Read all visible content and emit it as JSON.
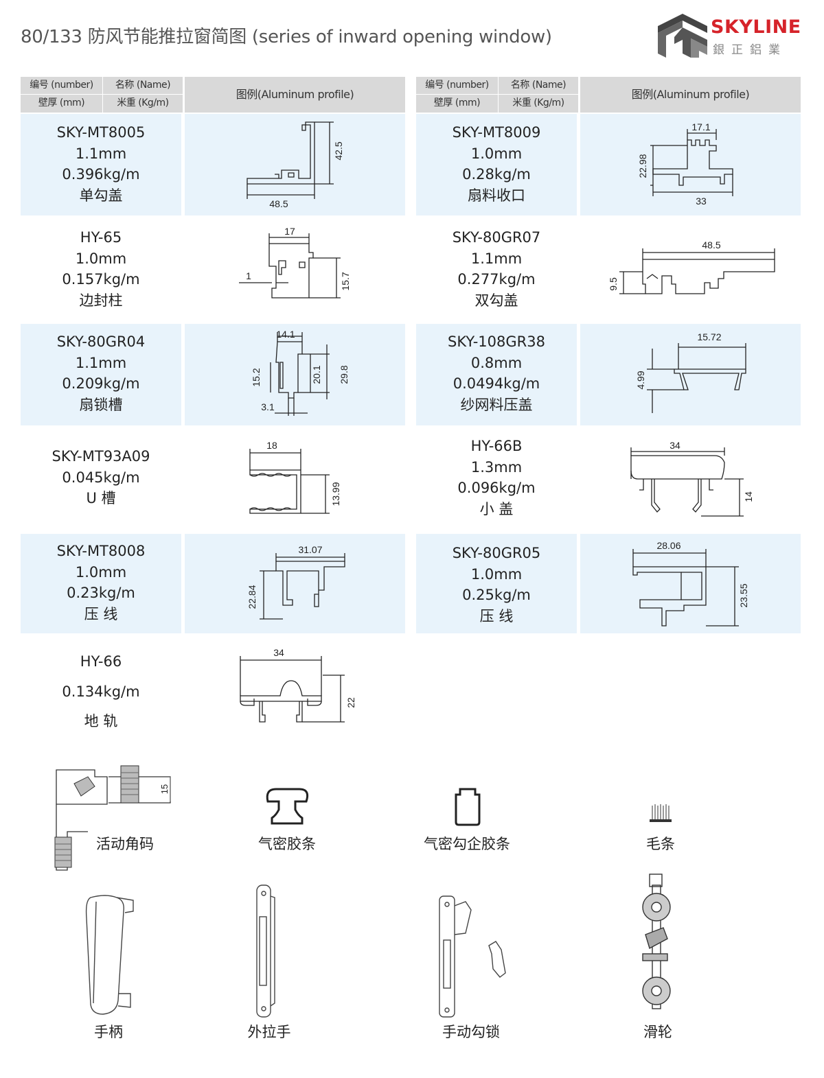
{
  "title": "80/133 防风节能推拉窗简图 (series of inward opening window)",
  "logo": {
    "brand": "SKYLINE",
    "sub": "銀正鋁業"
  },
  "table_header": {
    "number": "编号 (number)",
    "name": "名称 (Name)",
    "thickness": "壁厚 (mm)",
    "weight": "米重 (Kg/m)",
    "profile": "图例(Aluminum profile)"
  },
  "left_items": [
    {
      "code": "SKY-MT8005",
      "thickness": "1.1mm",
      "weight": "0.396kg/m",
      "name": "单勾盖",
      "dims": [
        "42.5",
        "48.5"
      ]
    },
    {
      "code": "HY-65",
      "thickness": "1.0mm",
      "weight": "0.157kg/m",
      "name": "边封柱",
      "dims": [
        "17",
        "15.7",
        "1"
      ]
    },
    {
      "code": "SKY-80GR04",
      "thickness": "1.1mm",
      "weight": "0.209kg/m",
      "name": "扇锁槽",
      "dims": [
        "14.1",
        "15.2",
        "20.1",
        "29.8",
        "3.1"
      ]
    },
    {
      "code": "SKY-MT93A09",
      "thickness": "",
      "weight": "0.045kg/m",
      "name": "U  槽",
      "dims": [
        "18",
        "13.99"
      ]
    },
    {
      "code": "SKY-MT8008",
      "thickness": "1.0mm",
      "weight": "0.23kg/m",
      "name": "压 线",
      "dims": [
        "31.07",
        "22.84"
      ]
    },
    {
      "code": "HY-66",
      "thickness": "",
      "weight": "0.134kg/m",
      "name": "地 轨",
      "dims": [
        "34",
        "22"
      ]
    }
  ],
  "right_items": [
    {
      "code": "SKY-MT8009",
      "thickness": "1.0mm",
      "weight": "0.28kg/m",
      "name": "扇料收口",
      "dims": [
        "17.1",
        "22.98",
        "33"
      ]
    },
    {
      "code": "SKY-80GR07",
      "thickness": "1.1mm",
      "weight": "0.277kg/m",
      "name": "双勾盖",
      "dims": [
        "48.5",
        "9.5"
      ]
    },
    {
      "code": "SKY-108GR38",
      "thickness": "0.8mm",
      "weight": "0.0494kg/m",
      "name": "纱网料压盖",
      "dims": [
        "15.72",
        "4.99"
      ]
    },
    {
      "code": "HY-66B",
      "thickness": "1.3mm",
      "weight": "0.096kg/m",
      "name": "小 盖",
      "dims": [
        "34",
        "14"
      ]
    },
    {
      "code": "SKY-80GR05",
      "thickness": "1.0mm",
      "weight": "0.25kg/m",
      "name": "压 线",
      "dims": [
        "28.06",
        "23.55"
      ]
    }
  ],
  "accessories_row1": [
    {
      "name": "活动角码",
      "icon": "corner-connector-icon",
      "dim": "15"
    },
    {
      "name": "气密胶条",
      "icon": "seal-strip-icon"
    },
    {
      "name": "气密勾企胶条",
      "icon": "hook-seal-strip-icon"
    },
    {
      "name": "毛条",
      "icon": "brush-strip-icon"
    }
  ],
  "accessories_row2": [
    {
      "name": "手柄",
      "icon": "handle-icon"
    },
    {
      "name": "外拉手",
      "icon": "pull-handle-icon"
    },
    {
      "name": "手动勾锁",
      "icon": "hook-lock-icon"
    },
    {
      "name": "滑轮",
      "icon": "pulley-icon"
    }
  ],
  "colors": {
    "row_tint": "#e8f3fb",
    "header_gray": "#d9d9d9",
    "brand_red": "#d6232a"
  }
}
